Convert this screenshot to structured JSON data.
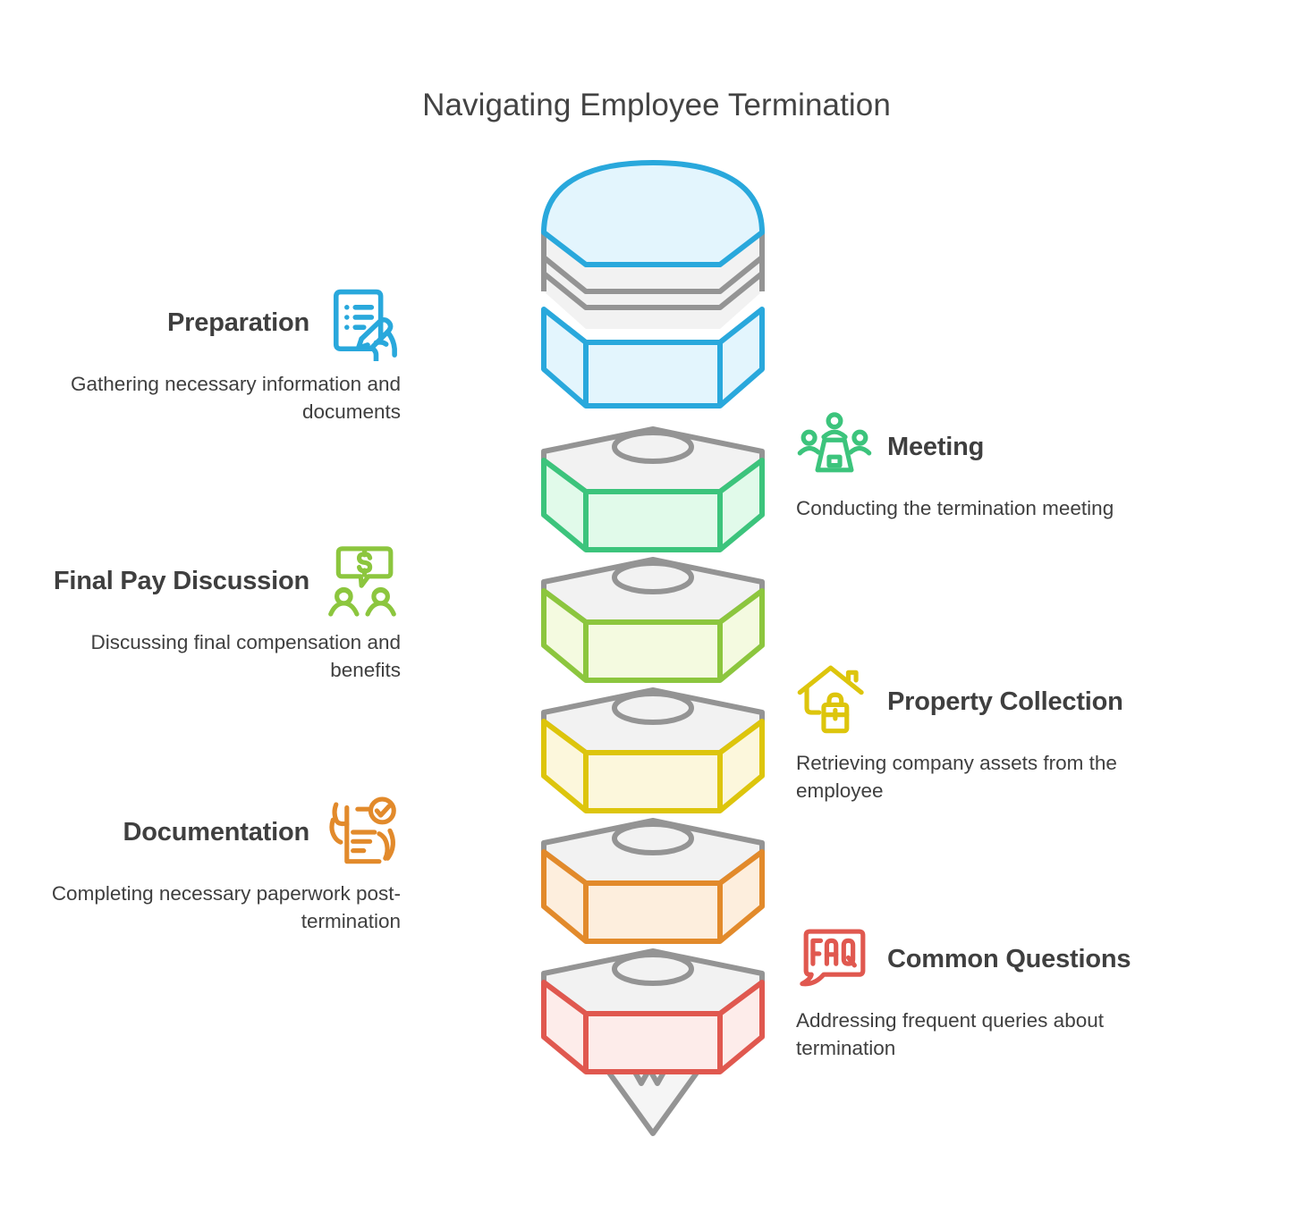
{
  "title": "Navigating Employee Termination",
  "colors": {
    "text": "#3f3f3f",
    "title": "#434343",
    "gray_stroke": "#949494",
    "gray_top_fill": "#f2f2f2",
    "preparation": "#29a8dc",
    "preparation_fill": "#e3f5fd",
    "meeting": "#3cc47c",
    "meeting_fill": "#e1faea",
    "final_pay": "#8cc63e",
    "final_pay_fill": "#f4fae0",
    "property": "#ddc50c",
    "property_fill": "#fcf7dc",
    "documentation": "#e28a2b",
    "documentation_fill": "#fdeedd",
    "questions": "#e0584f",
    "questions_fill": "#fdecea"
  },
  "steps": [
    {
      "id": "preparation",
      "side": "left",
      "title": "Preparation",
      "description": "Gathering necessary information and documents",
      "icon": "clipboard-writing-hand-icon",
      "color": "#29a8dc"
    },
    {
      "id": "meeting",
      "side": "right",
      "title": "Meeting",
      "description": "Conducting the termination meeting",
      "icon": "people-at-table-icon",
      "color": "#3cc47c"
    },
    {
      "id": "final_pay",
      "side": "left",
      "title": "Final Pay Discussion",
      "description": "Discussing final compensation and benefits",
      "icon": "dollar-speech-bubble-two-people-icon",
      "color": "#8cc63e"
    },
    {
      "id": "property",
      "side": "right",
      "title": "Property Collection",
      "description": "Retrieving company assets from the employee",
      "icon": "house-briefcase-icon",
      "color": "#ddc50c"
    },
    {
      "id": "documentation",
      "side": "left",
      "title": "Documentation",
      "description": "Completing necessary paperwork post-termination",
      "icon": "hands-document-checkmark-icon",
      "color": "#e28a2b"
    },
    {
      "id": "questions",
      "side": "right",
      "title": "Common Questions",
      "description": "Addressing frequent queries about termination",
      "icon": "faq-speech-bubble-icon",
      "color": "#e0584f"
    }
  ],
  "funnel": {
    "shape": "stacked-hexagonal-prism-funnel",
    "layer_count": 6,
    "top_layer": "domed-cylinder-preparation",
    "bottom_tip": "gray-cone-point",
    "layer_colors": [
      "#29a8dc",
      "#3cc47c",
      "#8cc63e",
      "#ddc50c",
      "#e28a2b",
      "#e0584f"
    ]
  }
}
